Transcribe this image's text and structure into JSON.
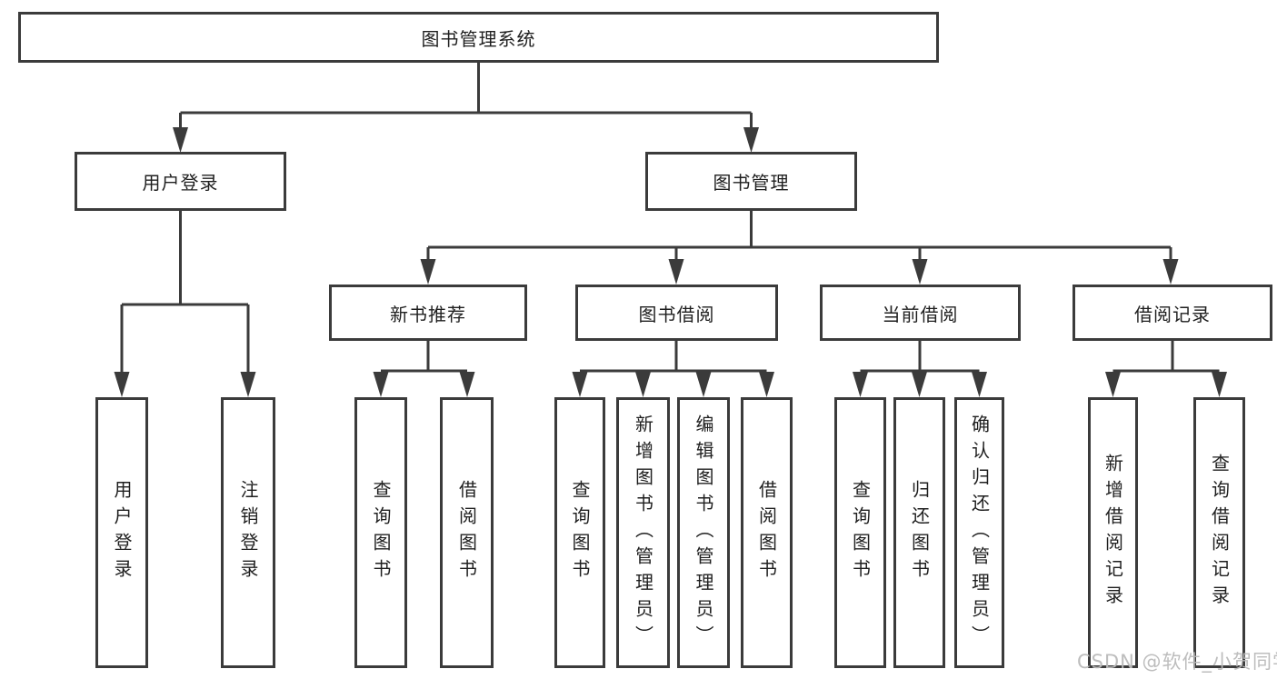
{
  "diagram": {
    "root": {
      "label": "图书管理系统"
    },
    "level2": [
      {
        "label": "用户登录"
      },
      {
        "label": "图书管理"
      }
    ],
    "level3": [
      {
        "label": "新书推荐",
        "parent": "图书管理"
      },
      {
        "label": "图书借阅",
        "parent": "图书管理"
      },
      {
        "label": "当前借阅",
        "parent": "图书管理"
      },
      {
        "label": "借阅记录",
        "parent": "图书管理"
      }
    ],
    "leaves": [
      {
        "label": "用户登录",
        "parent": "用户登录"
      },
      {
        "label": "注销登录",
        "parent": "用户登录"
      },
      {
        "label": "查询图书",
        "parent": "新书推荐"
      },
      {
        "label": "借阅图书",
        "parent": "新书推荐"
      },
      {
        "label": "查询图书",
        "parent": "图书借阅"
      },
      {
        "label": "新增图书（管理员）",
        "parent": "图书借阅"
      },
      {
        "label": "编辑图书（管理员）",
        "parent": "图书借阅"
      },
      {
        "label": "借阅图书",
        "parent": "图书借阅"
      },
      {
        "label": "查询图书",
        "parent": "当前借阅"
      },
      {
        "label": "归还图书",
        "parent": "当前借阅"
      },
      {
        "label": "确认归还（管理员）",
        "parent": "当前借阅"
      },
      {
        "label": "新增借阅记录",
        "parent": "借阅记录"
      },
      {
        "label": "查询借阅记录",
        "parent": "借阅记录"
      }
    ],
    "colors": {
      "line": "#3b3b3b",
      "text": "#1f1f1f",
      "background": "#ffffff",
      "watermark": "#b9b9b9"
    }
  },
  "watermark": {
    "text": "CSDN @软件_小贺同学"
  }
}
